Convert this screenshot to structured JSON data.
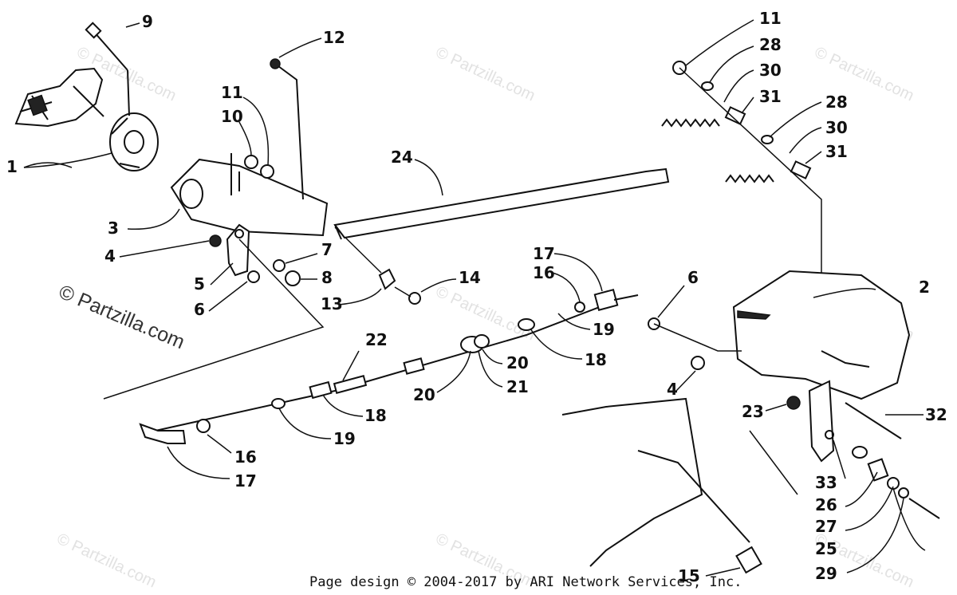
{
  "watermark": {
    "copyright_text": "© Partzilla.com",
    "faint_text": "© Partzilla.com"
  },
  "footer": {
    "page_design": "Page design © 2004-2017 by ARI Network Services, Inc."
  },
  "callouts": [
    {
      "id": "c1",
      "label": "1"
    },
    {
      "id": "c2",
      "label": "2"
    },
    {
      "id": "c3",
      "label": "3"
    },
    {
      "id": "c4a",
      "label": "4"
    },
    {
      "id": "c4b",
      "label": "4"
    },
    {
      "id": "c5",
      "label": "5"
    },
    {
      "id": "c6a",
      "label": "6"
    },
    {
      "id": "c6b",
      "label": "6"
    },
    {
      "id": "c7",
      "label": "7"
    },
    {
      "id": "c8",
      "label": "8"
    },
    {
      "id": "c9",
      "label": "9"
    },
    {
      "id": "c10",
      "label": "10"
    },
    {
      "id": "c11a",
      "label": "11"
    },
    {
      "id": "c11b",
      "label": "11"
    },
    {
      "id": "c12",
      "label": "12"
    },
    {
      "id": "c13",
      "label": "13"
    },
    {
      "id": "c14",
      "label": "14"
    },
    {
      "id": "c15",
      "label": "15"
    },
    {
      "id": "c16a",
      "label": "16"
    },
    {
      "id": "c16b",
      "label": "16"
    },
    {
      "id": "c17a",
      "label": "17"
    },
    {
      "id": "c17b",
      "label": "17"
    },
    {
      "id": "c18a",
      "label": "18"
    },
    {
      "id": "c18b",
      "label": "18"
    },
    {
      "id": "c19a",
      "label": "19"
    },
    {
      "id": "c19b",
      "label": "19"
    },
    {
      "id": "c20a",
      "label": "20"
    },
    {
      "id": "c20b",
      "label": "20"
    },
    {
      "id": "c21",
      "label": "21"
    },
    {
      "id": "c22",
      "label": "22"
    },
    {
      "id": "c23",
      "label": "23"
    },
    {
      "id": "c24",
      "label": "24"
    },
    {
      "id": "c25",
      "label": "25"
    },
    {
      "id": "c26",
      "label": "26"
    },
    {
      "id": "c27",
      "label": "27"
    },
    {
      "id": "c28a",
      "label": "28"
    },
    {
      "id": "c28b",
      "label": "28"
    },
    {
      "id": "c29",
      "label": "29"
    },
    {
      "id": "c30a",
      "label": "30"
    },
    {
      "id": "c30b",
      "label": "30"
    },
    {
      "id": "c31a",
      "label": "31"
    },
    {
      "id": "c31b",
      "label": "31"
    },
    {
      "id": "c32",
      "label": "32"
    },
    {
      "id": "c33",
      "label": "33"
    }
  ]
}
